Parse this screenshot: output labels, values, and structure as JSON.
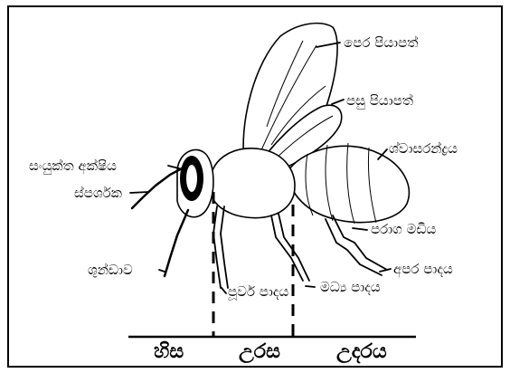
{
  "labels": {
    "forewing": "පෙර පියාපත්",
    "hindwing": "පසු පියාපත්",
    "spiracle": "ශ්වාසරන්ද්‍රය",
    "compound_eye": "සංයුක්ත අක්ෂිය",
    "antenna": "ස්පර්ශක",
    "pollen_basket": "පරාග මඩිය",
    "hind_leg": "අපර පාදය",
    "proboscis": "ශුන්ඩාව",
    "fore_leg": "පූර්ව පාදය",
    "middle_leg": "මධ්‍ය පාදය"
  },
  "sections": {
    "head": "හිස",
    "thorax": "උරස",
    "abdomen": "උදරය"
  },
  "colors": {
    "line": "#000000",
    "body": "#ffffff",
    "eye": "#000000"
  }
}
